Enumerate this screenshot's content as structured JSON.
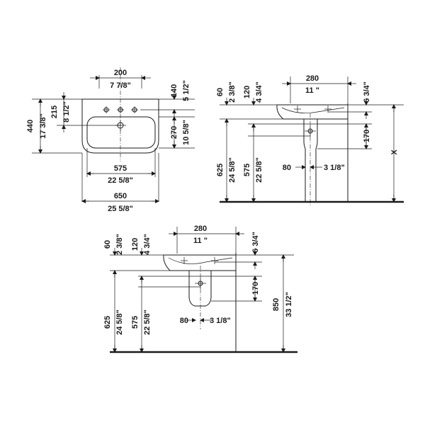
{
  "top_view": {
    "dim_tap_spacing_mm": "200",
    "dim_tap_spacing_in": "7 7/8\"",
    "dim_tap_depth_mm": "140",
    "dim_tap_depth_in": "5 1/2\"",
    "dim_overall_depth_mm": "440",
    "dim_overall_depth_in": "17 3/8\"",
    "dim_waste_depth_mm": "215",
    "dim_waste_depth_in": "8 1/2\"",
    "dim_bowl_depth_mm": "270",
    "dim_bowl_depth_in": "10 5/8\"",
    "dim_bowl_width_mm": "575",
    "dim_bowl_width_in": "22 5/8\"",
    "dim_overall_width_mm": "650",
    "dim_overall_width_in": "25 5/8\""
  },
  "side_view_pedestal": {
    "dim_depth_mm": "280",
    "dim_depth_in": "11 \"",
    "dim_rim_mm": "60",
    "dim_rim_in": "2 3/8\"",
    "dim_waste_mm": "120",
    "dim_waste_in": "4 3/4\"",
    "dim_tap_in": "6 3/4\"",
    "dim_fixing_mm": "170",
    "dim_height_mm": "625",
    "dim_height_in": "24 5/8\"",
    "dim_height2_mm": "575",
    "dim_height2_in": "22 5/8\"",
    "dim_pedestal_mm": "80",
    "dim_pedestal_in": "3 1/8\"",
    "dim_variable": "X"
  },
  "side_view_semi_pedestal": {
    "dim_depth_mm": "280",
    "dim_depth_in": "11 \"",
    "dim_rim_mm": "60",
    "dim_rim_in": "2 3/8\"",
    "dim_waste_mm": "120",
    "dim_waste_in": "4 3/4\"",
    "dim_tap_in": "6 3/4\"",
    "dim_fixing_mm": "170",
    "dim_height_mm": "625",
    "dim_height_in": "24 5/8\"",
    "dim_height2_mm": "575",
    "dim_height2_in": "22 5/8\"",
    "dim_pedestal_mm": "80",
    "dim_pedestal_in": "3 1/8\"",
    "dim_total_mm": "850",
    "dim_total_in": "33 1/2\""
  }
}
